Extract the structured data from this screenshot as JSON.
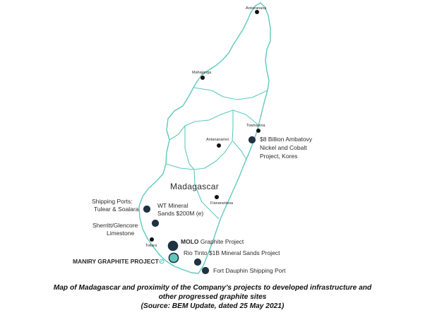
{
  "country": "Madagascar",
  "cities": [
    {
      "key": "antsiranana",
      "name": "Antsiranana"
    },
    {
      "key": "mahajanga",
      "name": "Mahajanga"
    },
    {
      "key": "toamasina",
      "name": "Toamasina"
    },
    {
      "key": "antananarivo",
      "name": "Antananarivo"
    },
    {
      "key": "fianarantsoa",
      "name": "Fianarantsoa"
    },
    {
      "key": "toliara",
      "name": "Toliara"
    }
  ],
  "projects": {
    "ambatovy": [
      "$8 Billion Ambatovy",
      "Nickel and Cobalt",
      "Project, Kores"
    ],
    "shipping_ports": [
      "Shipping Ports:",
      "Tulear & Soalara"
    ],
    "wt_mineral": [
      "WT Mineral",
      "Sands $200M (e)"
    ],
    "sherritt": [
      "Sherritt/Glencore",
      "Limestone"
    ],
    "molo": {
      "bold": "MOLO",
      "rest": " Graphite Project"
    },
    "rio_tinto": "Rio Tinto $1B Mineral Sands Project",
    "maniry": "MANIRY GRAPHITE PROJECT",
    "fort_dauphin": "Fort Dauphin Shipping Port"
  },
  "caption": {
    "line1": "Map of Madagascar and proximity of the Company’s projects to developed infrastructure and",
    "line2": "other progressed graphite sites",
    "line3": "(Source: BEM Update, dated 25 May 2021)"
  },
  "colors": {
    "coastline": "#5fc9bd",
    "project_marker": "#1f3343",
    "maniry_marker": "#63c5bc"
  }
}
